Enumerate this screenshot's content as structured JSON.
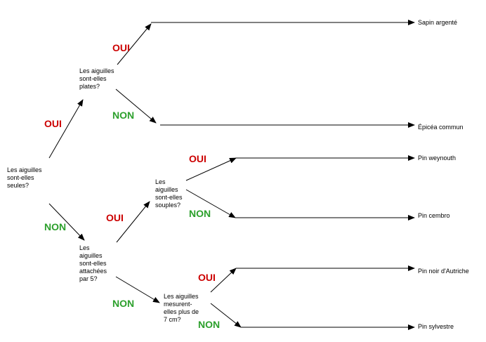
{
  "colors": {
    "yes": "#cc0000",
    "no": "#2ca02c",
    "line": "#000000"
  },
  "questions": {
    "q1": "Les aiguilles\nsont-elles\nseules?",
    "q2": "Les aiguilles\nsont-elles\nplates?",
    "q3": "Les\naiguilles\nsont-elles\nattachées\npar 5?",
    "q4": "Les\naiguilles\nsont-elles\nsouples?",
    "q5": "Les aiguilles\nmesurent-\nelles plus de\n7 cm?"
  },
  "answers": {
    "yes": "OUI",
    "no": "NON"
  },
  "leaves": {
    "l1": "Sapin argenté",
    "l2": "Épicéa commun",
    "l3": "Pin weynouth",
    "l4": "Pin cembro",
    "l5": "Pin noir d'Autriche",
    "l6": "Pin sylvestre"
  }
}
